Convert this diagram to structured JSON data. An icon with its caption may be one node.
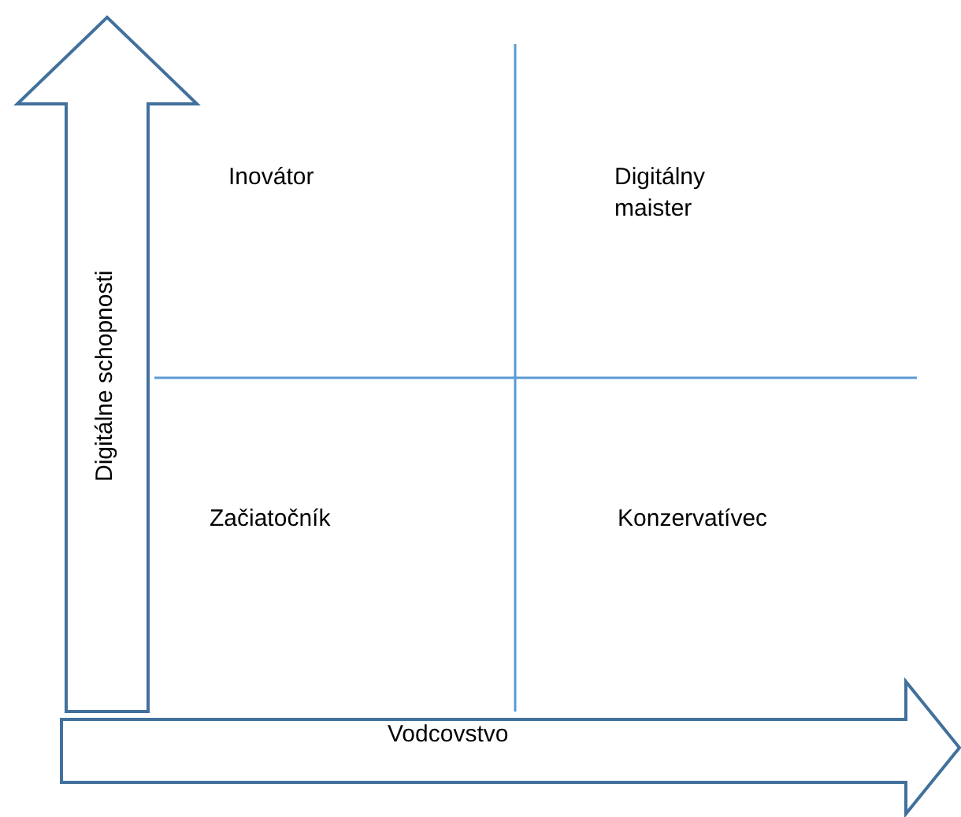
{
  "diagram": {
    "nodes": [
      {
        "text": [
          "Digitálne schopnosti"
        ]
      },
      {
        "text": [
          "Vodcovstvo"
        ]
      }
    ],
    "labels": [
      "Inovátor",
      "Digitálny maister",
      "Začiatočník",
      "Konzervatívec"
    ]
  }
}
